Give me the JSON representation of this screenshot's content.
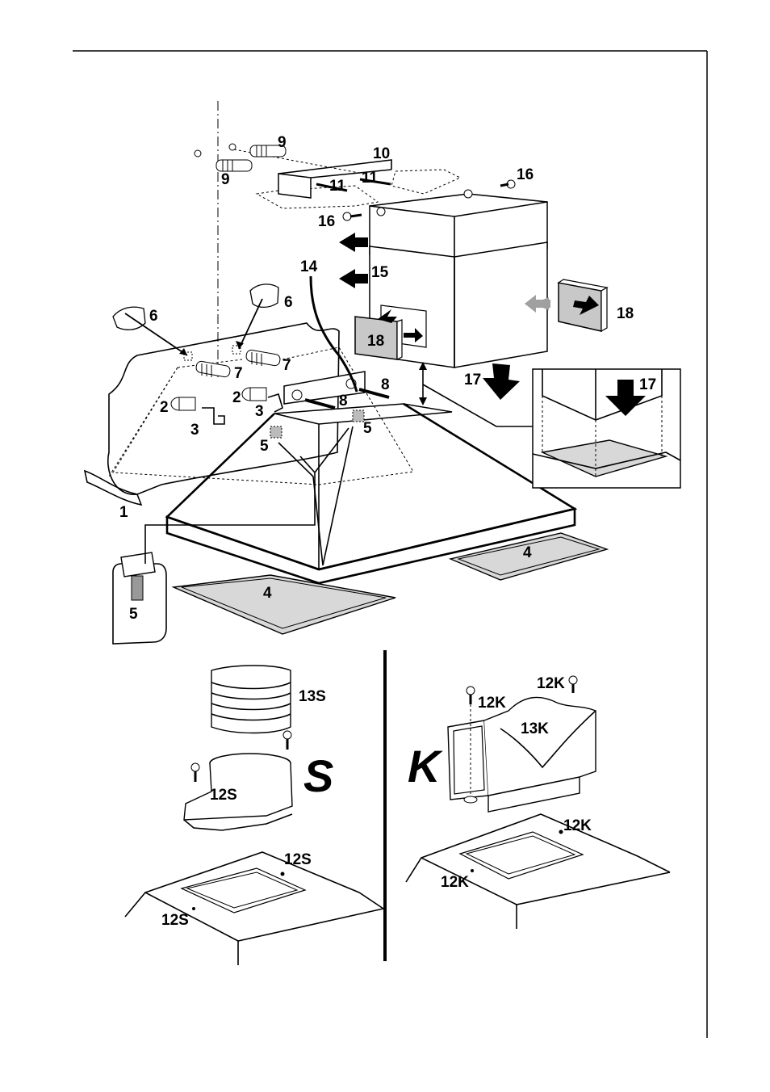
{
  "labels": {
    "n1": "1",
    "n2": "2",
    "n3": "3",
    "n4": "4",
    "n5": "5",
    "n6": "6",
    "n7": "7",
    "n8": "8",
    "n9": "9",
    "n10": "10",
    "n11": "11",
    "n13s": "13S",
    "n12s": "12S",
    "n12k": "12K",
    "n13k": "13K",
    "n14": "14",
    "n15": "15",
    "n16": "16",
    "n17": "17",
    "n18": "18",
    "variant_s": "S",
    "variant_k": "K"
  },
  "colors": {
    "filter_fill": "#d8d8d8",
    "panel_fill": "#c8c8c8",
    "arrow_grey": "#a0a0a0"
  }
}
